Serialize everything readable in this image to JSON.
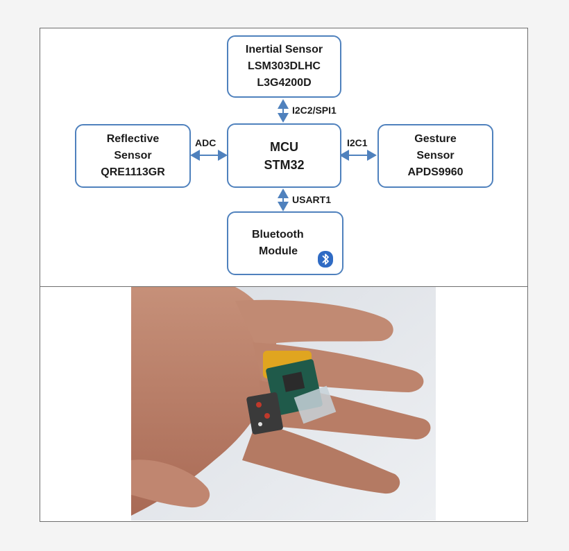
{
  "diagram": {
    "nodes": {
      "inertial": {
        "lines": [
          "Inertial Sensor",
          "LSM303DLHC",
          "L3G4200D"
        ]
      },
      "mcu": {
        "lines": [
          "MCU",
          "STM32"
        ]
      },
      "reflective": {
        "lines": [
          "Reflective",
          "Sensor",
          "QRE1113GR"
        ]
      },
      "gesture": {
        "lines": [
          "Gesture",
          "Sensor",
          "APDS9960"
        ]
      },
      "bluetooth": {
        "lines": [
          "Bluetooth",
          "Module"
        ]
      }
    },
    "edges": {
      "inertial_mcu": "I2C2/SPI1",
      "reflective_mcu": "ADC",
      "gesture_mcu": "I2C1",
      "bluetooth_mcu": "USART1"
    },
    "icons": {
      "bluetooth": "bluetooth-icon"
    },
    "colors": {
      "box_border": "#4f81bd",
      "arrow": "#4f81bd",
      "icon_fill": "#2f6bc4"
    }
  },
  "photo": {
    "subject": "ring-device-on-finger-photo"
  }
}
